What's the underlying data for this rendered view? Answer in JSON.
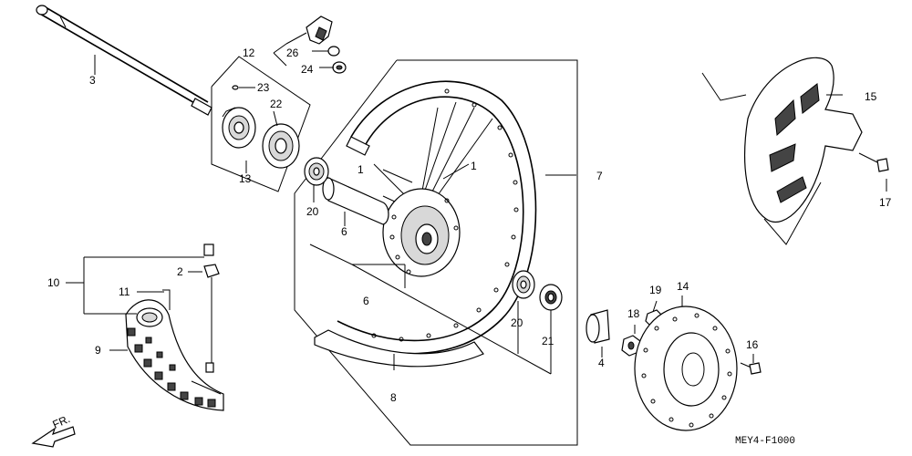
{
  "diagram_code": "MEY4-F1000",
  "direction_label": "FR.",
  "callouts": {
    "c1a": "1",
    "c1b": "1",
    "c2": "2",
    "c3": "3",
    "c4": "4",
    "c6a": "6",
    "c6b": "6",
    "c7": "7",
    "c8": "8",
    "c9": "9",
    "c10": "10",
    "c11": "11",
    "c12": "12",
    "c13": "13",
    "c14": "14",
    "c15": "15",
    "c16": "16",
    "c17": "17",
    "c18": "18",
    "c19": "19",
    "c20a": "20",
    "c20b": "20",
    "c21": "21",
    "c22": "22",
    "c23": "23",
    "c24": "24",
    "c26": "26"
  }
}
